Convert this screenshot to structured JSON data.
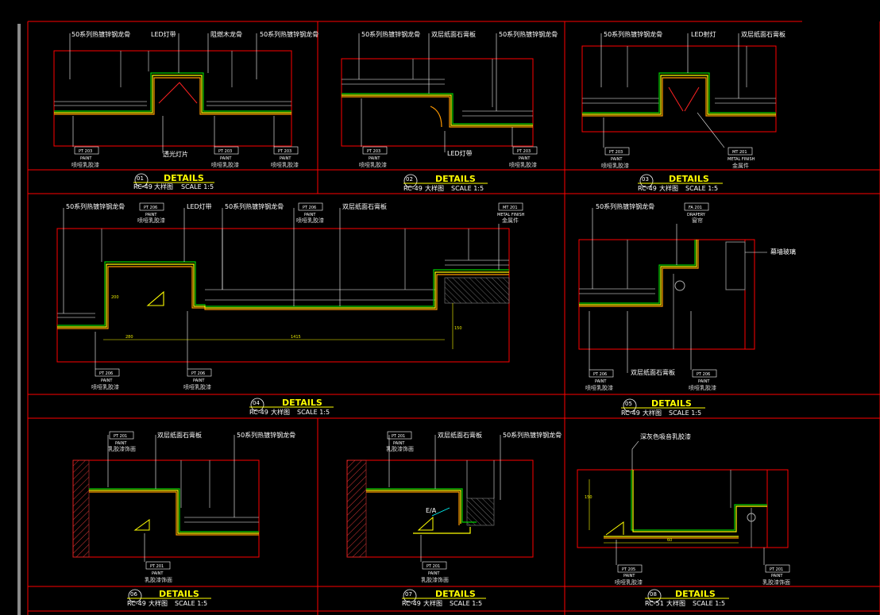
{
  "colors": {
    "background": "#000000",
    "frame": "#ff0000",
    "structure": "#ffffff",
    "finish_green": "#00cc00",
    "finish_yellow": "#ffff00",
    "finish_orange": "#ff9900",
    "gray": "#8a8a8a",
    "leader": "#ffff00",
    "detail_title": "#ffff00"
  },
  "common": {
    "details_word": "DETAILS",
    "scale_text": "SCALE 1:5",
    "paint_word": "PAINT",
    "ptt_code": "PT 205",
    "ptt_code2": "PT 201"
  },
  "details": [
    {
      "id": "d1",
      "num": "01",
      "ref": "RC-49",
      "view": "大样图",
      "labels": [
        "50系列热镀锌钢龙骨",
        "LED灯带",
        "阻燃木龙骨",
        "50系列热镀锌钢龙骨",
        "透光灯片"
      ],
      "tags": [
        {
          "code": "PT 203",
          "note": "喷哑乳胶漆"
        },
        {
          "code": "PT 203",
          "note": "喷哑乳胶漆"
        },
        {
          "code": "PT 203",
          "note": "喷哑乳胶漆"
        }
      ]
    },
    {
      "id": "d2",
      "num": "02",
      "ref": "RC-49",
      "view": "大样图",
      "labels": [
        "50系列热镀锌钢龙骨",
        "双层纸面石膏板",
        "50系列热镀锌钢龙骨",
        "LED灯带"
      ],
      "tags": [
        {
          "code": "PT 203",
          "note": "喷哑乳胶漆"
        },
        {
          "code": "PT 203",
          "note": "喷哑乳胶漆"
        }
      ]
    },
    {
      "id": "d3",
      "num": "03",
      "ref": "RC-49",
      "view": "大样图",
      "labels": [
        "50系列热镀锌钢龙骨",
        "LED射灯",
        "双层纸面石膏板"
      ],
      "tags": [
        {
          "code": "PT 203",
          "note": "喷哑乳胶漆"
        },
        {
          "code": "MT 201",
          "note": "金属件"
        }
      ],
      "tag_paint_alt": "METAL FINISH"
    },
    {
      "id": "d4",
      "num": "04",
      "ref": "RC-49",
      "view": "大样图",
      "labels": [
        "50系列热镀锌钢龙骨",
        "LED灯带",
        "50系列热镀锌钢龙骨",
        "双层纸面石膏板"
      ],
      "top_tags": [
        {
          "code": "PT 206",
          "note": "喷哑乳胶漆"
        },
        {
          "code": "PT 206",
          "note": "喷哑乳胶漆"
        },
        {
          "code": "MT 201",
          "note": "金属件"
        }
      ],
      "top_tag_alt": "METAL FINISH",
      "tags": [
        {
          "code": "PT 206",
          "note": "喷哑乳胶漆"
        },
        {
          "code": "PT 206",
          "note": "喷哑乳胶漆"
        }
      ],
      "dims": [
        "280",
        "1415",
        "200",
        "150"
      ]
    },
    {
      "id": "d5",
      "num": "05",
      "ref": "RC-49",
      "view": "大样图",
      "labels": [
        "50系列热镀锌钢龙骨",
        "幕墙玻璃",
        "双层纸面石膏板"
      ],
      "top_tag": {
        "code": "FA 201",
        "note": "窗帘"
      },
      "top_tag_alt": "DRAPERY",
      "tags": [
        {
          "code": "PT 206",
          "note": "喷哑乳胶漆"
        },
        {
          "code": "PT 206",
          "note": "喷哑乳胶漆"
        }
      ]
    },
    {
      "id": "d6",
      "num": "06",
      "ref": "RC-49",
      "view": "大样图",
      "labels": [
        "双层纸面石膏板",
        "50系列热镀锌钢龙骨"
      ],
      "top_tag": {
        "code": "PT 201",
        "note": "乳胶漆饰面"
      },
      "tags": [
        {
          "code": "PT 201",
          "note": "乳胶漆饰面"
        }
      ]
    },
    {
      "id": "d7",
      "num": "07",
      "ref": "RC-49",
      "view": "大样图",
      "labels": [
        "双层纸面石膏板",
        "50系列热镀锌钢龙骨",
        "E/A"
      ],
      "top_tag": {
        "code": "PT 201",
        "note": "乳胶漆饰面"
      },
      "tags": [
        {
          "code": "PT 201",
          "note": "乳胶漆饰面"
        }
      ]
    },
    {
      "id": "d8",
      "num": "08",
      "ref": "RC-51",
      "view": "大样图",
      "labels": [
        "深灰色吸音乳胶漆"
      ],
      "tags": [
        {
          "code": "PT 205",
          "note": "喷哑乳胶漆"
        },
        {
          "code": "PT 201",
          "note": "乳胶漆饰面"
        }
      ],
      "dims": [
        "60",
        "150"
      ]
    }
  ]
}
